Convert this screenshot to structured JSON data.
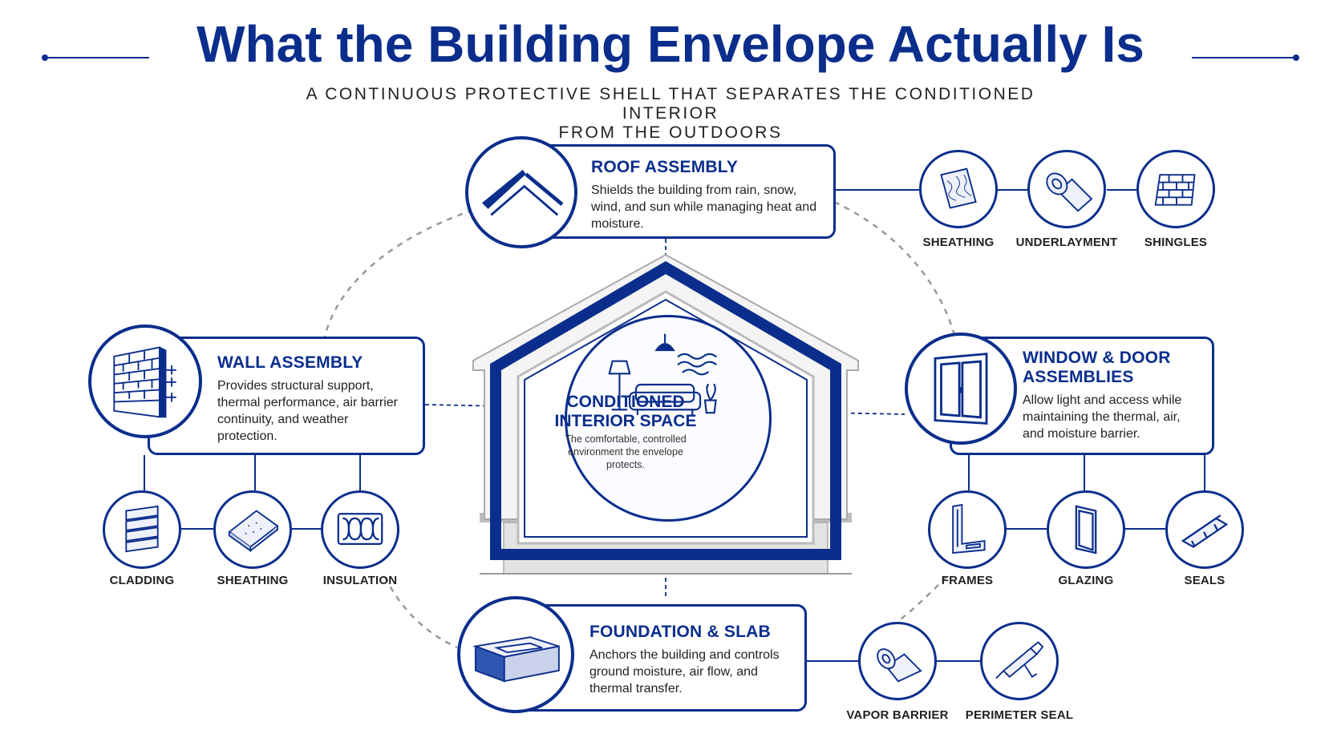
{
  "title": "What the Building Envelope Actually Is",
  "subtitle_line1": "A CONTINUOUS PROTECTIVE SHELL THAT SEPARATES THE CONDITIONED INTERIOR",
  "subtitle_line2": "FROM THE OUTDOORS",
  "colors": {
    "accent": "#0b2e8c",
    "line": "#0b2e8c",
    "dashed": "#999999",
    "grey": "#bdbdbd"
  },
  "center": {
    "title_line1": "CONDITIONED",
    "title_line2": "INTERIOR SPACE",
    "description": "The comfortable, controlled environment the envelope protects.",
    "icons": [
      "pendant-lamp-icon",
      "floor-lamp-icon",
      "sofa-icon",
      "plant-icon",
      "air-waves-icon"
    ]
  },
  "roof": {
    "title": "ROOF ASSEMBLY",
    "description": "Shields the building from rain, snow, wind, and sun while managing heat and moisture.",
    "icon": "roof-icon",
    "components": [
      {
        "label": "SHEATHING",
        "icon": "sheathing-panel-icon"
      },
      {
        "label": "UNDERLAYMENT",
        "icon": "underlayment-roll-icon"
      },
      {
        "label": "SHINGLES",
        "icon": "shingles-icon"
      }
    ]
  },
  "wall": {
    "title": "WALL ASSEMBLY",
    "description": "Provides structural support, thermal performance, air barrier continuity, and weather protection.",
    "icon": "brick-wall-icon",
    "components": [
      {
        "label": "CLADDING",
        "icon": "cladding-icon"
      },
      {
        "label": "SHEATHING",
        "icon": "sheathing-board-icon"
      },
      {
        "label": "INSULATION",
        "icon": "insulation-icon"
      }
    ]
  },
  "window": {
    "title_line1": "WINDOW & DOOR",
    "title_line2": "ASSEMBLIES",
    "description": "Allow light and access while maintaining the thermal, air, and moisture barrier.",
    "icon": "sliding-door-icon",
    "components": [
      {
        "label": "FRAMES",
        "icon": "frame-profile-icon"
      },
      {
        "label": "GLAZING",
        "icon": "glass-pane-icon"
      },
      {
        "label": "SEALS",
        "icon": "seal-strip-icon"
      }
    ]
  },
  "foundation": {
    "title": "FOUNDATION & SLAB",
    "description": "Anchors the building and controls ground moisture, air flow, and thermal transfer.",
    "icon": "slab-icon",
    "components": [
      {
        "label": "VAPOR BARRIER",
        "icon": "vapor-barrier-roll-icon"
      },
      {
        "label": "PERIMETER SEAL",
        "icon": "caulk-gun-icon"
      }
    ]
  }
}
